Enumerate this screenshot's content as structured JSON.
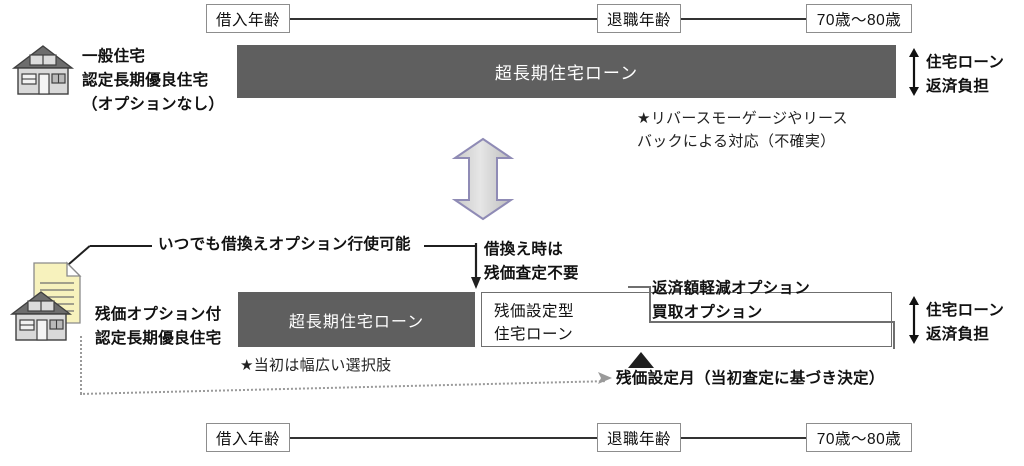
{
  "diagram": {
    "title_context": "住宅ローン比較図",
    "timeline_top": {
      "borrow_age": "借入年齢",
      "retirement_age": "退職年齢",
      "age_range": "70歳〜80歳"
    },
    "timeline_bottom": {
      "borrow_age": "借入年齢",
      "retirement_age": "退職年齢",
      "age_range": "70歳〜80歳"
    },
    "section_top": {
      "house_label_line1": "一般住宅",
      "house_label_line2": "認定長期優良住宅",
      "house_label_line3": "（オプションなし）",
      "loan_bar_label": "超長期住宅ローン",
      "note_line1": "★リバースモーゲージやリース",
      "note_line2": "バックによる対応（不確実）",
      "burden_line1": "住宅ローン",
      "burden_line2": "返済負担"
    },
    "section_bottom": {
      "switch_option_note": "いつでも借換えオプション行使可能",
      "refinance_note_line1": "借換え時は",
      "refinance_note_line2": "残価査定不要",
      "house_label_line1": "残価オプション付",
      "house_label_line2": "認定長期優良住宅",
      "loan_bar_label": "超長期住宅ローン",
      "residual_box_line1": "残価設定型",
      "residual_box_line2": "住宅ローン",
      "options_line1": "返済額軽減オプション",
      "options_line2": "買取オプション",
      "note_star": "★当初は幅広い選択肢",
      "residual_month_note": "残価設定月（当初査定に基づき決定）",
      "burden_line1": "住宅ローン",
      "burden_line2": "返済負担"
    },
    "icons": {
      "house_top": "house-icon",
      "house_bottom": "house-icon",
      "document": "document-icon",
      "compare_arrow": "double-vertical-arrow-icon",
      "burden_arrow_top": "vertical-double-arrow-icon",
      "burden_arrow_bottom": "vertical-double-arrow-icon",
      "residual_marker": "up-triangle-marker-icon"
    },
    "colors": {
      "bar_fill": "#5f5f5f",
      "bar_text": "#ffffff",
      "box_border": "#6f6f6f",
      "line": "#333333",
      "arrow_fill": "#d4d4d4",
      "arrow_stroke": "#8f8bb5",
      "doc_fill": "#f7f3c0",
      "roof": "#6b6b6b"
    }
  }
}
